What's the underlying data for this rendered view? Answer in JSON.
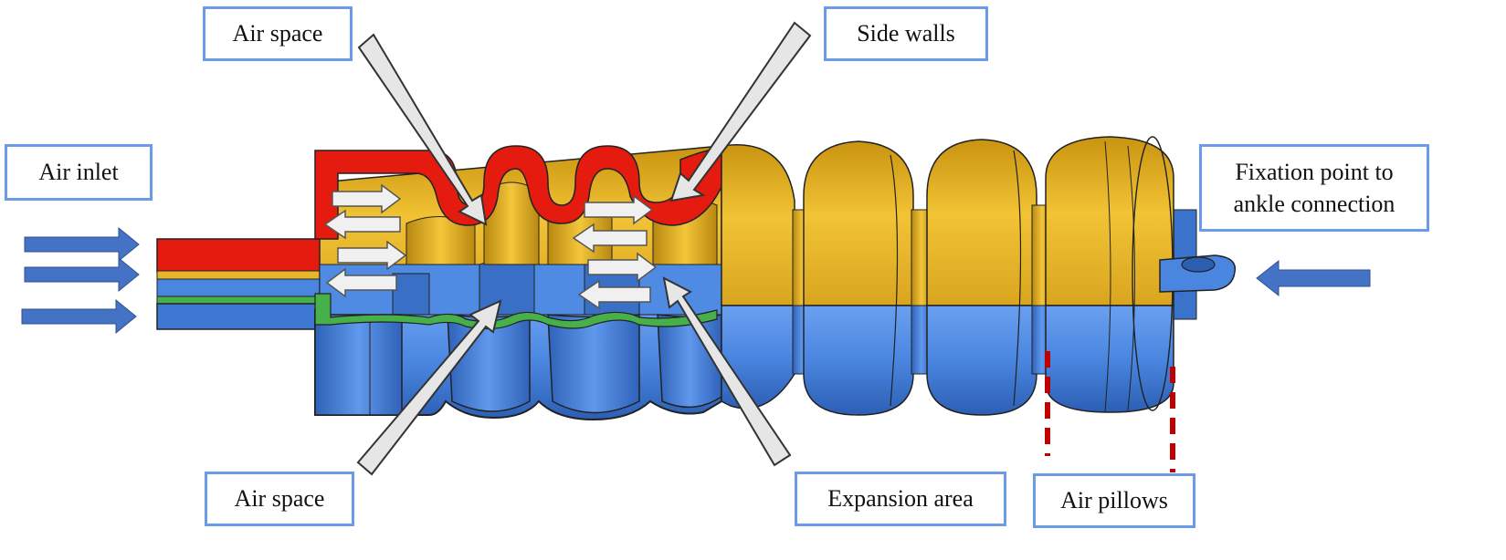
{
  "labels": {
    "air_inlet": "Air inlet",
    "air_space_top": "Air space",
    "side_walls": "Side walls",
    "fixation_line1": "Fixation point to",
    "fixation_line2": "ankle connection",
    "air_space_bottom": "Air space",
    "expansion_area": "Expansion area",
    "air_pillows": "Air pillows"
  },
  "colors": {
    "label_border": "#6a9ae8",
    "inflow_arrow": "#4472c4",
    "pointer_arrow": "#e6e6e6",
    "upper_body": "#e8b52a",
    "lower_body": "#4a86e0",
    "inner_wall_section": "#e61b10",
    "inner_floor_section": "#47b04b",
    "pillow_marker": "#c00000"
  }
}
